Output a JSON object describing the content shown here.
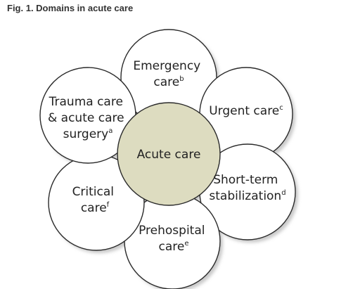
{
  "figure": {
    "title": "Fig. 1. Domains in acute care",
    "center": {
      "label": "Acute care"
    },
    "domains": [
      {
        "lines": [
          "Emergency",
          "care"
        ],
        "sup": "b"
      },
      {
        "lines": [
          "Urgent care"
        ],
        "sup": "c"
      },
      {
        "lines": [
          "Short-term",
          "stabilization"
        ],
        "sup": "d"
      },
      {
        "lines": [
          "Prehospital",
          "care"
        ],
        "sup": "e"
      },
      {
        "lines": [
          "Critical",
          "care"
        ],
        "sup": "f"
      },
      {
        "lines": [
          "Trauma care",
          "& acute care",
          "surgery"
        ],
        "sup": "a"
      }
    ]
  },
  "colors": {
    "center_fill": "#dddcc0",
    "circle_fill": "#ffffff",
    "stroke": "#2a2a2a",
    "shadow": "#c9c9c9"
  }
}
